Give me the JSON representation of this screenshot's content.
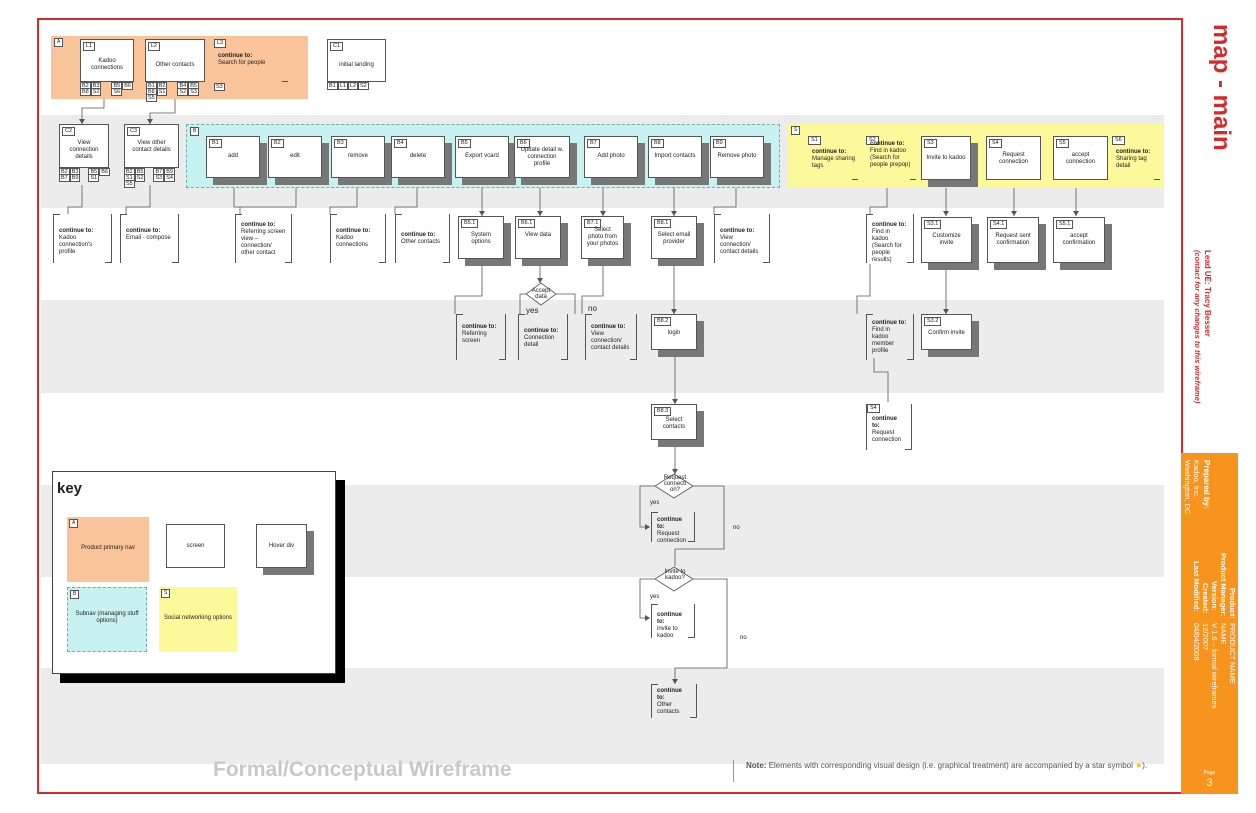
{
  "title": "map - main",
  "lead": "Lead UE: Tracy Besser",
  "lead_note": "(contact for any changes to this wireframe)",
  "prepared_by_label": "Prepared by:",
  "prepared_by": [
    "Kadoo, Inc.",
    "Washington, DC"
  ],
  "meta_labels": [
    "Product:",
    "Product Manager:",
    "Version:",
    "Created:",
    "Last Modified:"
  ],
  "meta_values": [
    "PRODUCT NAME",
    "NAME",
    "V 1.6 – formal wireframes",
    "12/2007",
    "04/04/2008"
  ],
  "page_label": "Page",
  "page_number": "3",
  "footer_title": "Formal/Conceptual Wireframe",
  "footer_note_bold": "Note:",
  "footer_note": "Elements with corresponding visual design (i.e. graphical treatment) are accompanied by a star symbol",
  "footer_note_end": ").",
  "nav": {
    "tag": "A",
    "L1": {
      "id": "L1",
      "label": "Kadoo connections"
    },
    "L2": {
      "id": "L2",
      "label": "Other contacts"
    },
    "L3": {
      "id": "L3",
      "cont": "continue to:",
      "label": "Search for people"
    },
    "L1_refs": [
      "B2",
      "B3",
      "B5",
      "B6",
      "B8",
      "S2",
      "S6"
    ],
    "L2_refs": [
      "B1",
      "B2",
      "B4",
      "B5",
      "B8",
      "S1",
      "S2",
      "S3",
      "S5"
    ],
    "L3_refs": [
      "S3"
    ]
  },
  "C1": {
    "id": "C1",
    "label": "initial landing",
    "refs": [
      "B1",
      "L1",
      "L2",
      "S2"
    ]
  },
  "C2": {
    "id": "C2",
    "label": "View connection details",
    "refs": [
      "B2",
      "B3",
      "B5",
      "B6",
      "B7",
      "B9",
      "S1"
    ]
  },
  "C3": {
    "id": "C3",
    "label": "View other contact details",
    "refs": [
      "B2",
      "B5",
      "B7",
      "B9",
      "S1",
      "S2",
      "S3",
      "S4",
      "S5"
    ]
  },
  "subnav": {
    "tag": "B",
    "items": [
      {
        "id": "B1",
        "label": "add"
      },
      {
        "id": "B2",
        "label": "edit"
      },
      {
        "id": "B3",
        "label": "remove"
      },
      {
        "id": "B4",
        "label": "delete"
      },
      {
        "id": "B5",
        "label": "Export vcard"
      },
      {
        "id": "B6",
        "label": "Update detail w. connection profile"
      },
      {
        "id": "B7",
        "label": "Add photo"
      },
      {
        "id": "B8",
        "label": "Import contacts"
      },
      {
        "id": "B9",
        "label": "Remove photo"
      }
    ]
  },
  "social": {
    "tag": "S",
    "S1": {
      "id": "S1",
      "cont": "continue to:",
      "label": "Manage sharing tags"
    },
    "S2": {
      "id": "S2",
      "cont": "continue to:",
      "label": "Find in kadoo (Search for people prepop)"
    },
    "S3": {
      "id": "S3",
      "label": "Invite to kadoo"
    },
    "S4": {
      "id": "S4",
      "label": "Request connection"
    },
    "S5": {
      "id": "S5",
      "label": "accept connection"
    },
    "S6": {
      "id": "S6",
      "cont": "continue to:",
      "label": "Sharing tag detail"
    }
  },
  "row3": {
    "c1": {
      "cont": "continue to:",
      "label": "Kadoo connection's profile"
    },
    "c2": {
      "cont": "continue to:",
      "label": "Email - compose"
    },
    "c3": {
      "cont": "continue to:",
      "label": "Referring screen view – connection/ other contact"
    },
    "c4": {
      "cont": "continue to:",
      "label": "Kadoo connections"
    },
    "c5": {
      "cont": "continue to:",
      "label": "Other contacts"
    },
    "B5_1": {
      "id": "B5.1",
      "label": "System options"
    },
    "B6_1": {
      "id": "B6.1",
      "label": "View data"
    },
    "B7_1": {
      "id": "B7.1",
      "label": "Select photo from your photos"
    },
    "B8_1": {
      "id": "B8.1",
      "label": "Select email provider"
    },
    "c6": {
      "cont": "continue to:",
      "label": "View connection/ contact details"
    },
    "c7": {
      "cont": "continue to:",
      "label": "Find in kadoo (Search for people results)"
    },
    "S3_1": {
      "id": "S3.1",
      "label": "Customize invite"
    },
    "S4_1": {
      "id": "S4.1",
      "label": "Request sent confirmation"
    },
    "S5_1": {
      "id": "S5.1",
      "label": "accept confirmation"
    }
  },
  "row4": {
    "diamond": "Accept data",
    "yes": "yes",
    "no": "no",
    "c1": {
      "cont": "continue to:",
      "label": "Referring screen"
    },
    "c2": {
      "cont": "continue to:",
      "label": "Connection detail"
    },
    "c3": {
      "cont": "continue to:",
      "label": "View connection/ contact details"
    },
    "B8_2": {
      "id": "B8.2",
      "label": "login"
    },
    "c4": {
      "cont": "continue to:",
      "label": "Find in kadoo member profile"
    },
    "S3_2": {
      "id": "S3.2",
      "label": "Confirm invite"
    }
  },
  "row5": {
    "B8_3": {
      "id": "B8.3",
      "label": "Select contacts"
    },
    "S4": {
      "id": "S4",
      "cont": "continue to:",
      "label": "Request connection"
    }
  },
  "row6": {
    "diamond": "Request connecti on?",
    "yes": "yes",
    "no": "no",
    "c1": {
      "cont": "continue to:",
      "label": "Request connection"
    }
  },
  "row7": {
    "diamond": "Invite to kadoo?",
    "yes": "yes",
    "no": "no",
    "c1": {
      "cont": "continue to:",
      "label": "invite to kadoo"
    }
  },
  "row8": {
    "c1": {
      "cont": "continue to:",
      "label": "Other contacts"
    }
  },
  "key": {
    "title": "key",
    "nav_tag": "A",
    "nav": "Product primary nav",
    "screen": "screen",
    "hover": "Hover div",
    "sub_tag": "B",
    "sub": "Subnav (managing stuff options)",
    "soc_tag": "S",
    "soc": "Social networking options"
  },
  "colors": {
    "red": "#d8282a",
    "orange": "#f7941e",
    "nav": "#f9c49a",
    "subnav": "#c8f2f2",
    "social": "#fcf99a",
    "band": "#ececec"
  }
}
